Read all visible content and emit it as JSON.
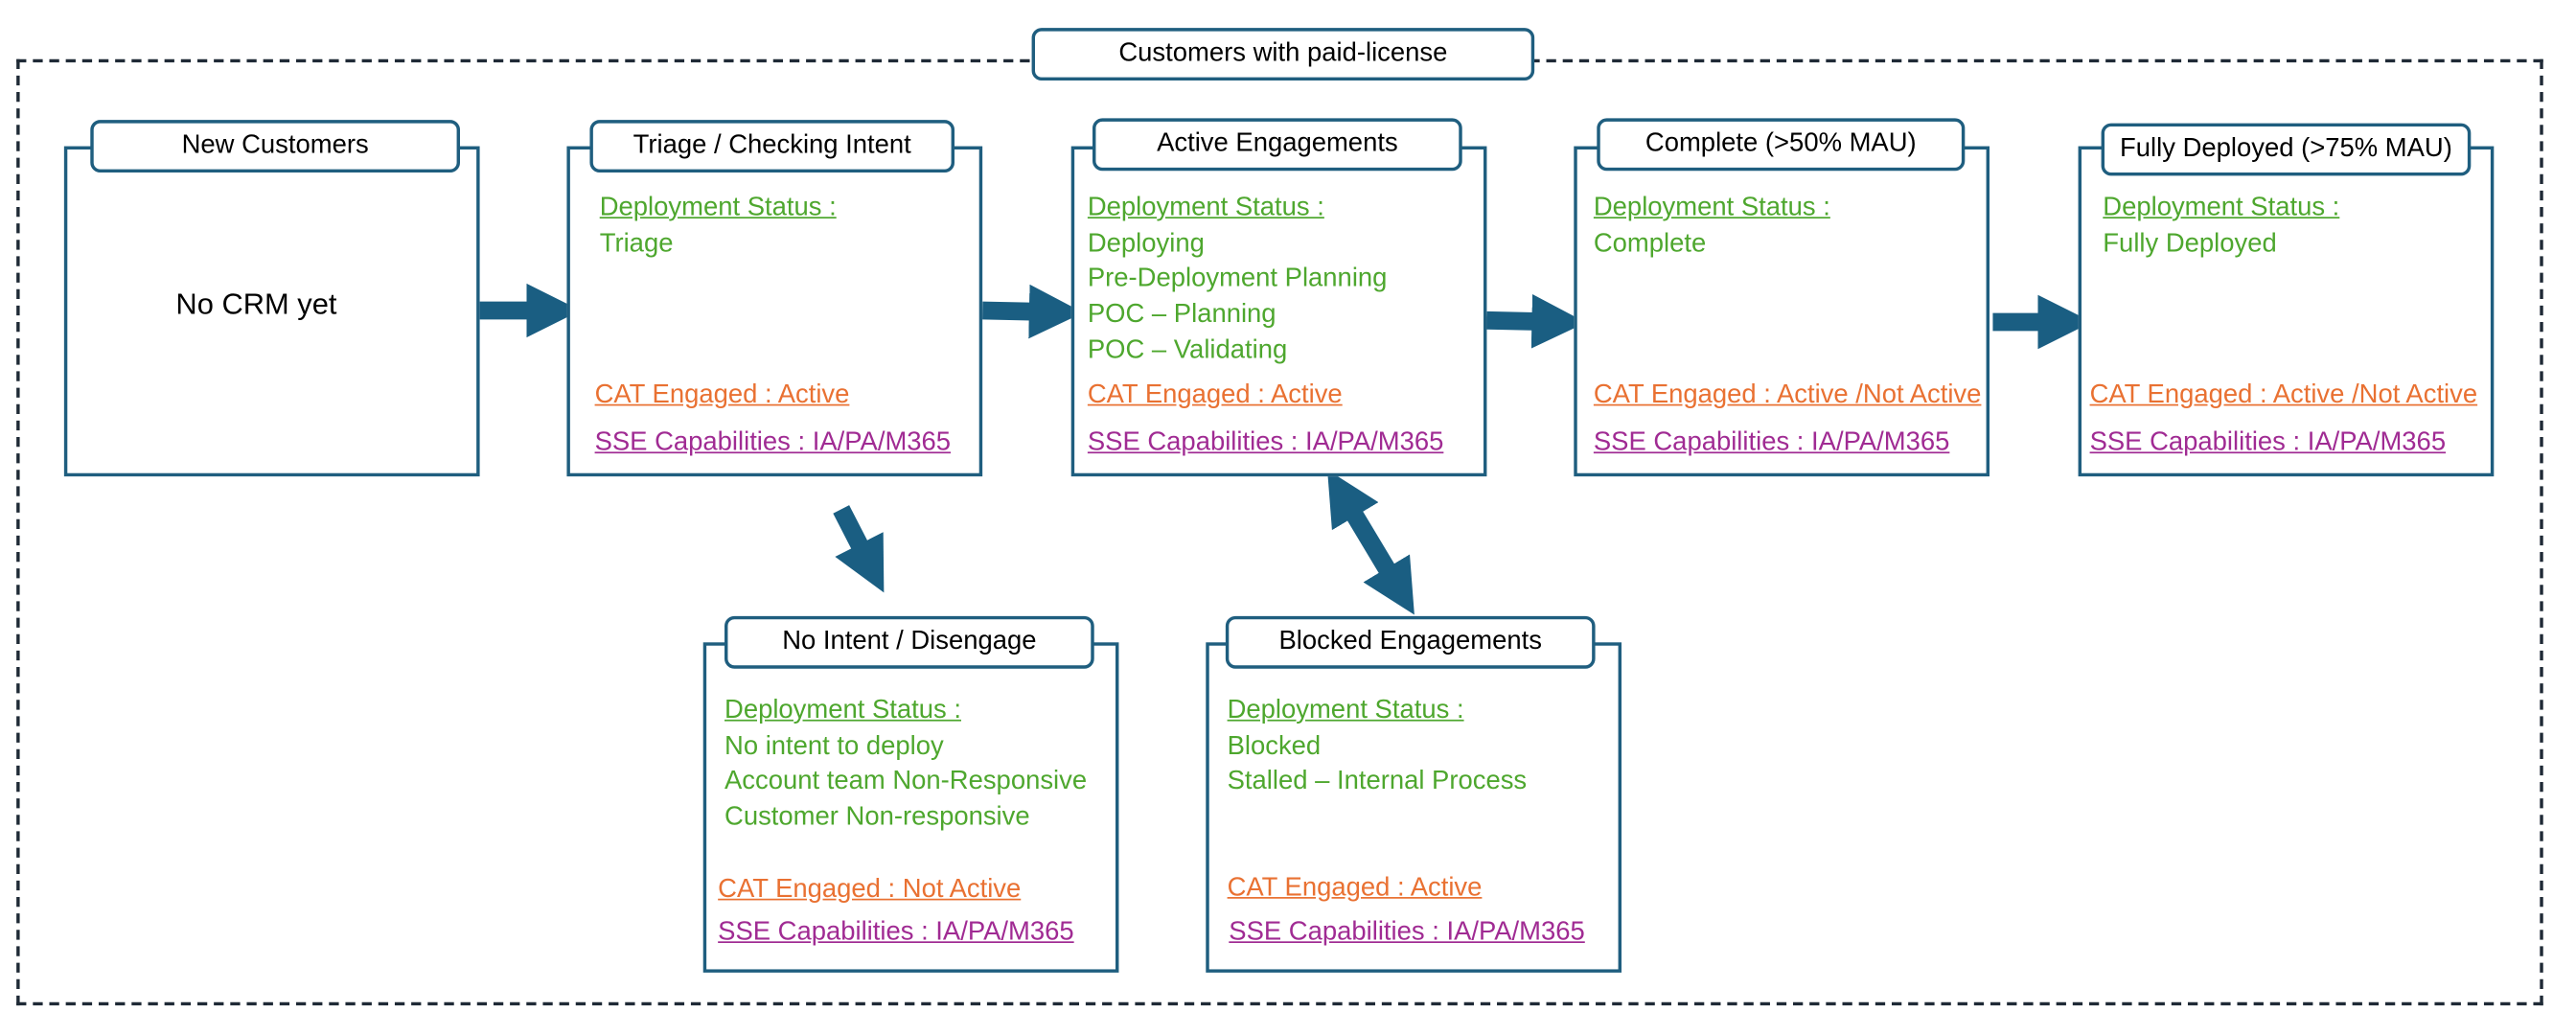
{
  "group_label": "Customers with paid-license",
  "arrow_color": "#1a5e82",
  "stages": [
    {
      "title": "New Customers",
      "body": "No CRM yet"
    },
    {
      "title": "Triage / Checking Intent",
      "status_label": "Deployment Status :",
      "status_values": [
        "Triage"
      ],
      "cat": "CAT Engaged : Active",
      "sse": "SSE Capabilities : IA/PA/M365"
    },
    {
      "title": "Active Engagements",
      "status_label": "Deployment Status :",
      "status_values": [
        "Deploying",
        "Pre-Deployment Planning",
        "POC – Planning",
        "POC – Validating"
      ],
      "cat": "CAT Engaged : Active",
      "sse": "SSE Capabilities : IA/PA/M365"
    },
    {
      "title": "Complete (>50% MAU)",
      "status_label": "Deployment Status :",
      "status_values": [
        "Complete"
      ],
      "cat": "CAT Engaged : Active /Not Active",
      "sse": "SSE Capabilities : IA/PA/M365"
    },
    {
      "title": "Fully Deployed (>75% MAU)",
      "status_label": "Deployment Status :",
      "status_values": [
        "Fully Deployed"
      ],
      "cat": "CAT Engaged : Active /Not Active",
      "sse": "SSE Capabilities : IA/PA/M365"
    },
    {
      "title": "No Intent / Disengage",
      "status_label": "Deployment Status :",
      "status_values": [
        "No intent to deploy",
        "Account team Non-Responsive",
        "Customer Non-responsive"
      ],
      "cat": "CAT Engaged : Not Active",
      "sse": "SSE Capabilities : IA/PA/M365"
    },
    {
      "title": "Blocked Engagements",
      "status_label": "Deployment Status :",
      "status_values": [
        "Blocked",
        "Stalled – Internal Process"
      ],
      "cat": "CAT Engaged : Active",
      "sse": "SSE Capabilities : IA/PA/M365"
    }
  ]
}
